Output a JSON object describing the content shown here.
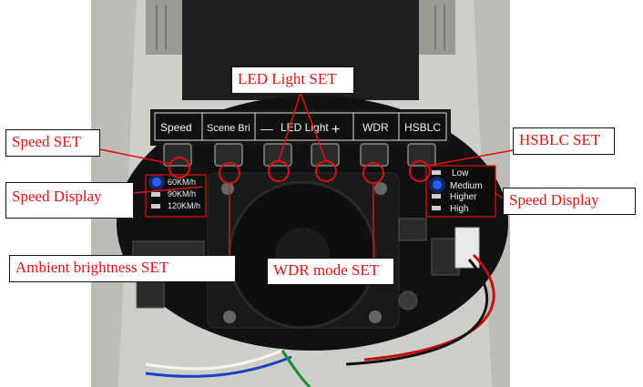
{
  "board_labels": {
    "buttons": [
      "Speed",
      "Scene Bri",
      "—",
      "LED Light",
      "+",
      "WDR",
      "HSBLC"
    ],
    "speed_left": [
      "60KM/h",
      "90KM/h",
      "120KM/h"
    ],
    "speed_right": [
      "Low",
      "Medium",
      "Higher",
      "High"
    ]
  },
  "callouts": {
    "led_light_set": "LED Light SET",
    "speed_set": "Speed SET",
    "hsblc_set": "HSBLC SET",
    "speed_display_left": "Speed Display",
    "speed_display_right": "Speed Display",
    "ambient_brightness_set": "Ambient brightness SET",
    "wdr_mode_set": "WDR mode SET"
  },
  "colors": {
    "callout_text": "#e01010",
    "pointer_line": "#e01010",
    "indicator_led": "#2a5cff"
  }
}
